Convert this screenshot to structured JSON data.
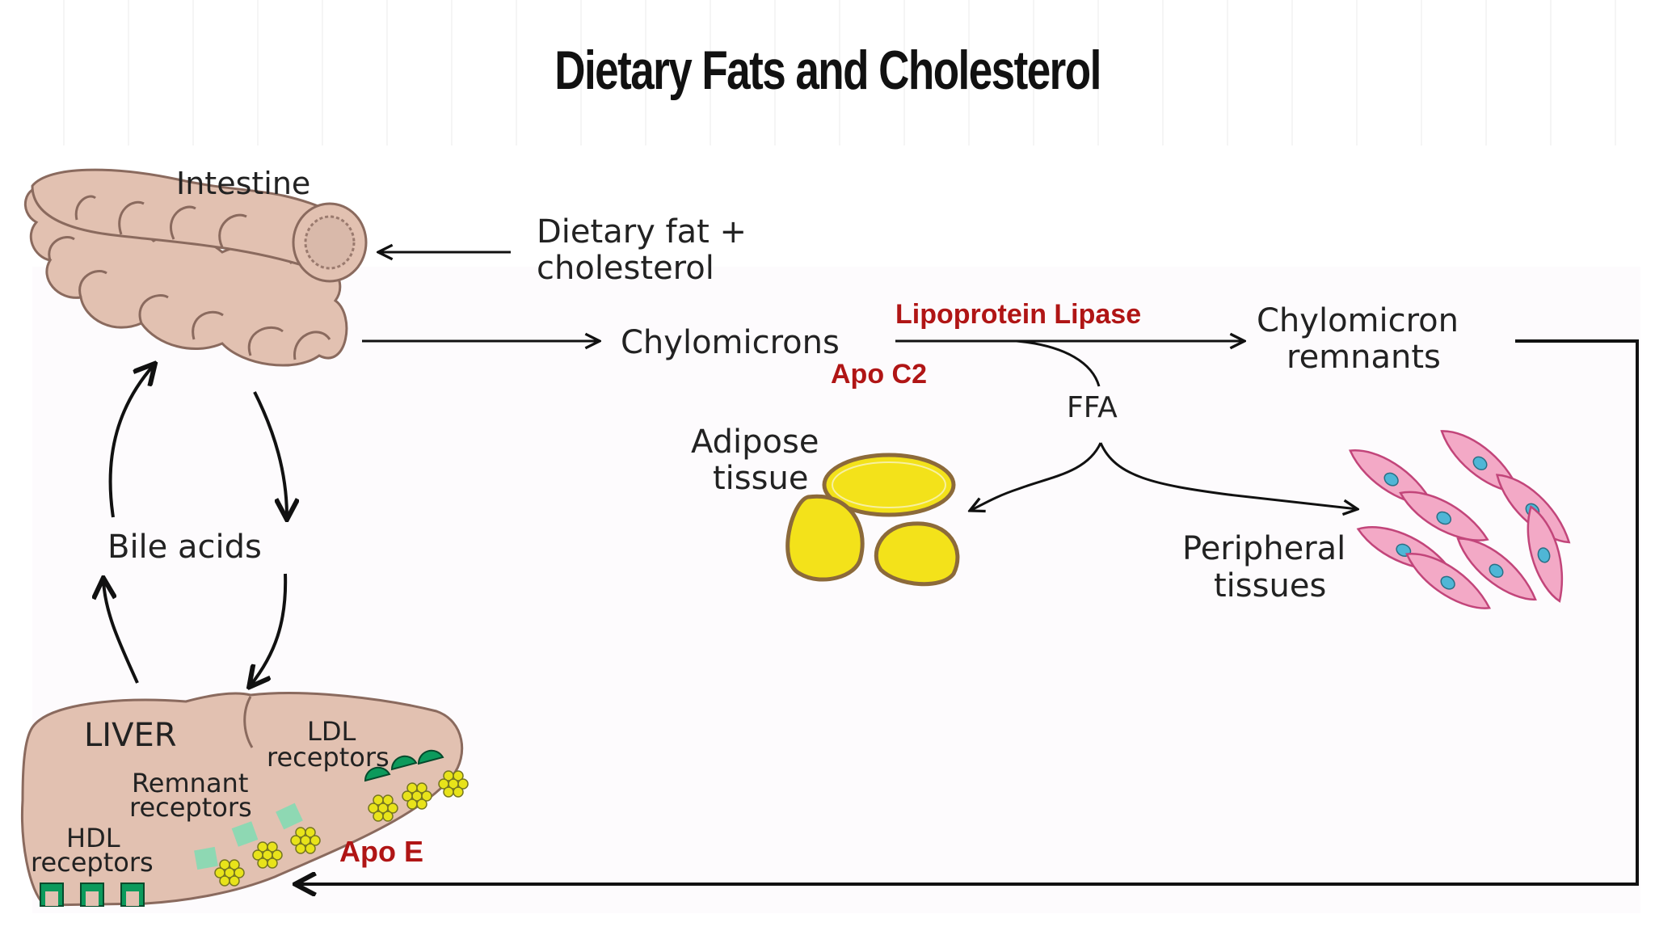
{
  "title": "Dietary Fats and Cholesterol",
  "labels": {
    "intestine": "Intestine",
    "dietary_line1": "Dietary fat +",
    "dietary_line2": "cholesterol",
    "chylomicrons": "Chylomicrons",
    "lipoprotein_lipase": "Lipoprotein Lipase",
    "apo_c2": "Apo C2",
    "remnants_line1": "Chylomicron",
    "remnants_line2": "remnants",
    "ffa": "FFA",
    "adipose_line1": "Adipose",
    "adipose_line2": "tissue",
    "peripheral_line1": "Peripheral",
    "peripheral_line2": "tissues",
    "bile_acids": "Bile acids",
    "liver": "LIVER",
    "ldl_line1": "LDL",
    "ldl_line2": "receptors",
    "remnant_line1": "Remnant",
    "remnant_line2": "receptors",
    "hdl_line1": "HDL",
    "hdl_line2": "receptors",
    "apo_e": "Apo E"
  },
  "colors": {
    "organ_fill": "#e2c1b1",
    "organ_stroke": "#8a6a5e",
    "fat_cell": "#f3e21a",
    "muscle_cell": "#f3a9c6",
    "nucleus": "#4fb6d6",
    "ldl_receptor": "#0c9a5c",
    "remnant_receptor": "#8ed8b3",
    "accent_red": "#b01515"
  }
}
